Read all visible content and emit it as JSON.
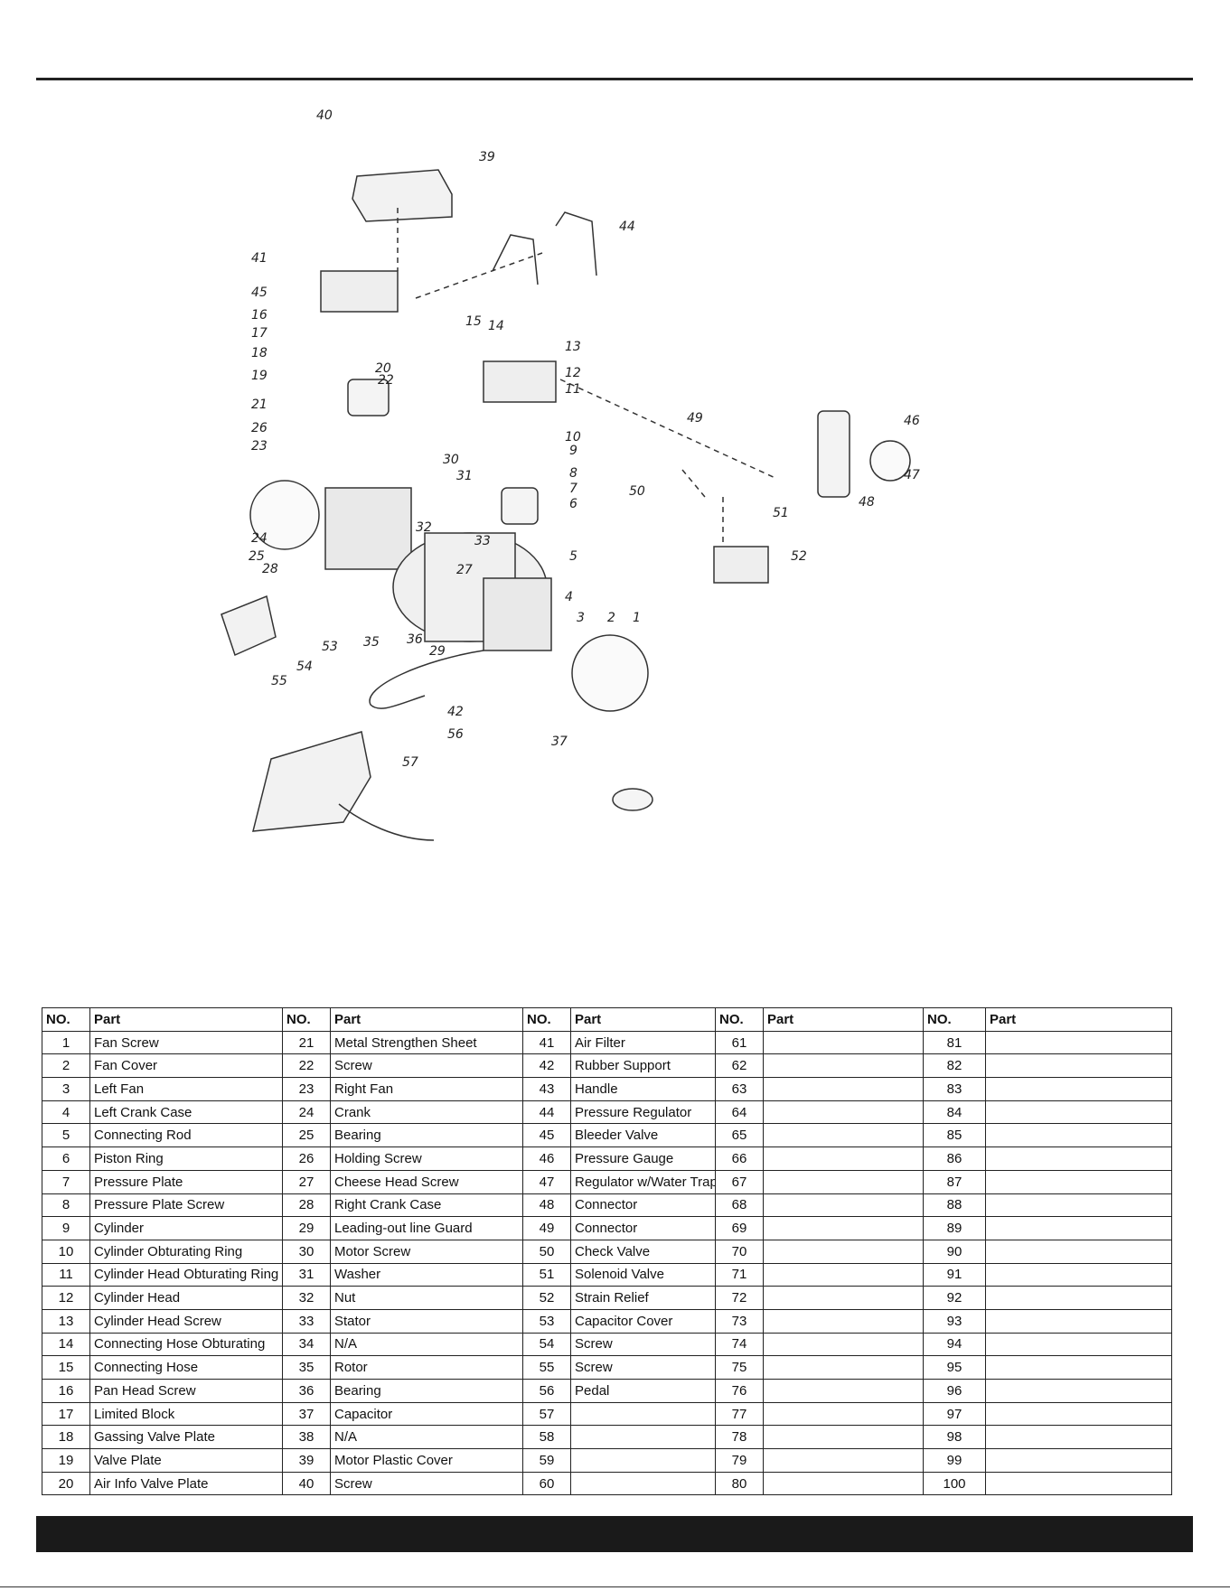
{
  "diagram": {
    "callouts": [
      "1",
      "2",
      "3",
      "4",
      "5",
      "6",
      "7",
      "8",
      "9",
      "10",
      "11",
      "12",
      "13",
      "14",
      "15",
      "16",
      "17",
      "18",
      "19",
      "20",
      "21",
      "22",
      "23",
      "24",
      "25",
      "26",
      "27",
      "28",
      "29",
      "30",
      "31",
      "32",
      "33",
      "35",
      "36",
      "37",
      "39",
      "40",
      "41",
      "42",
      "44",
      "45",
      "46",
      "47",
      "48",
      "49",
      "50",
      "51",
      "52",
      "53",
      "54",
      "55",
      "56",
      "57"
    ]
  },
  "table": {
    "headers": [
      "NO.",
      "Part",
      "NO.",
      "Part",
      "NO.",
      "Part",
      "NO.",
      "Part",
      "NO.",
      "Part"
    ],
    "rows": [
      [
        "1",
        "Fan Screw",
        "21",
        "Metal Strengthen Sheet",
        "41",
        "Air Filter",
        "61",
        "",
        "81",
        ""
      ],
      [
        "2",
        "Fan Cover",
        "22",
        "Screw",
        "42",
        "Rubber Support",
        "62",
        "",
        "82",
        ""
      ],
      [
        "3",
        "Left Fan",
        "23",
        "Right Fan",
        "43",
        "Handle",
        "63",
        "",
        "83",
        ""
      ],
      [
        "4",
        "Left Crank Case",
        "24",
        "Crank",
        "44",
        "Pressure Regulator",
        "64",
        "",
        "84",
        ""
      ],
      [
        "5",
        "Connecting Rod",
        "25",
        "Bearing",
        "45",
        "Bleeder Valve",
        "65",
        "",
        "85",
        ""
      ],
      [
        "6",
        "Piston Ring",
        "26",
        "Holding Screw",
        "46",
        "Pressure Gauge",
        "66",
        "",
        "86",
        ""
      ],
      [
        "7",
        "Pressure Plate",
        "27",
        "Cheese Head Screw",
        "47",
        "Regulator w/Water Trap",
        "67",
        "",
        "87",
        ""
      ],
      [
        "8",
        "Pressure Plate Screw",
        "28",
        "Right Crank Case",
        "48",
        "Connector",
        "68",
        "",
        "88",
        ""
      ],
      [
        "9",
        "Cylinder",
        "29",
        "Leading-out line Guard",
        "49",
        "Connector",
        "69",
        "",
        "89",
        ""
      ],
      [
        "10",
        "Cylinder Obturating Ring",
        "30",
        "Motor Screw",
        "50",
        "Check Valve",
        "70",
        "",
        "90",
        ""
      ],
      [
        "11",
        "Cylinder Head Obturating Ring",
        "31",
        "Washer",
        "51",
        "Solenoid Valve",
        "71",
        "",
        "91",
        ""
      ],
      [
        "12",
        "Cylinder Head",
        "32",
        "Nut",
        "52",
        "Strain Relief",
        "72",
        "",
        "92",
        ""
      ],
      [
        "13",
        "Cylinder Head Screw",
        "33",
        "Stator",
        "53",
        "Capacitor Cover",
        "73",
        "",
        "93",
        ""
      ],
      [
        "14",
        "Connecting Hose Obturating",
        "34",
        "N/A",
        "54",
        "Screw",
        "74",
        "",
        "94",
        ""
      ],
      [
        "15",
        "Connecting Hose",
        "35",
        "Rotor",
        "55",
        "Screw",
        "75",
        "",
        "95",
        ""
      ],
      [
        "16",
        "Pan Head Screw",
        "36",
        "Bearing",
        "56",
        "Pedal",
        "76",
        "",
        "96",
        ""
      ],
      [
        "17",
        "Limited Block",
        "37",
        "Capacitor",
        "57",
        "",
        "77",
        "",
        "97",
        ""
      ],
      [
        "18",
        "Gassing Valve Plate",
        "38",
        "N/A",
        "58",
        "",
        "78",
        "",
        "98",
        ""
      ],
      [
        "19",
        "Valve Plate",
        "39",
        "Motor Plastic Cover",
        "59",
        "",
        "79",
        "",
        "99",
        ""
      ],
      [
        "20",
        "Air Info Valve Plate",
        "40",
        "Screw",
        "60",
        "",
        "80",
        "",
        "100",
        ""
      ]
    ]
  }
}
